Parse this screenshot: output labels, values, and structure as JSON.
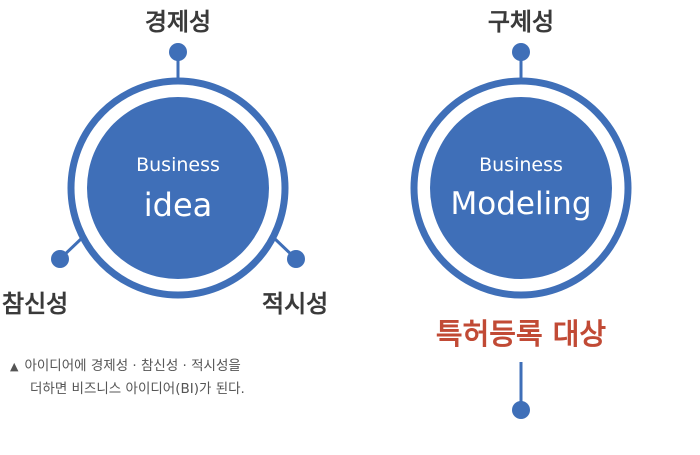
{
  "colors": {
    "circle_fill": "#3f6fb8",
    "ring": "#3f6fb8",
    "connector": "#3f6fb8",
    "label_text": "#3a3a3a",
    "highlight_text": "#c14a35",
    "note_text": "#555555"
  },
  "left_circle": {
    "line1": "Business",
    "line2": "idea",
    "top_label": "경제성",
    "bottom_left_label": "참신성",
    "bottom_right_label": "적시성"
  },
  "right_circle": {
    "line1": "Business",
    "line2": "Modeling",
    "top_label": "구체성",
    "highlight": "특허등록 대상"
  },
  "note": {
    "marker": "▲",
    "line1": "아이디어에 경제성 · 참신성 · 적시성을",
    "line2": "더하면 비즈니스 아이디어(BI)가 된다."
  }
}
